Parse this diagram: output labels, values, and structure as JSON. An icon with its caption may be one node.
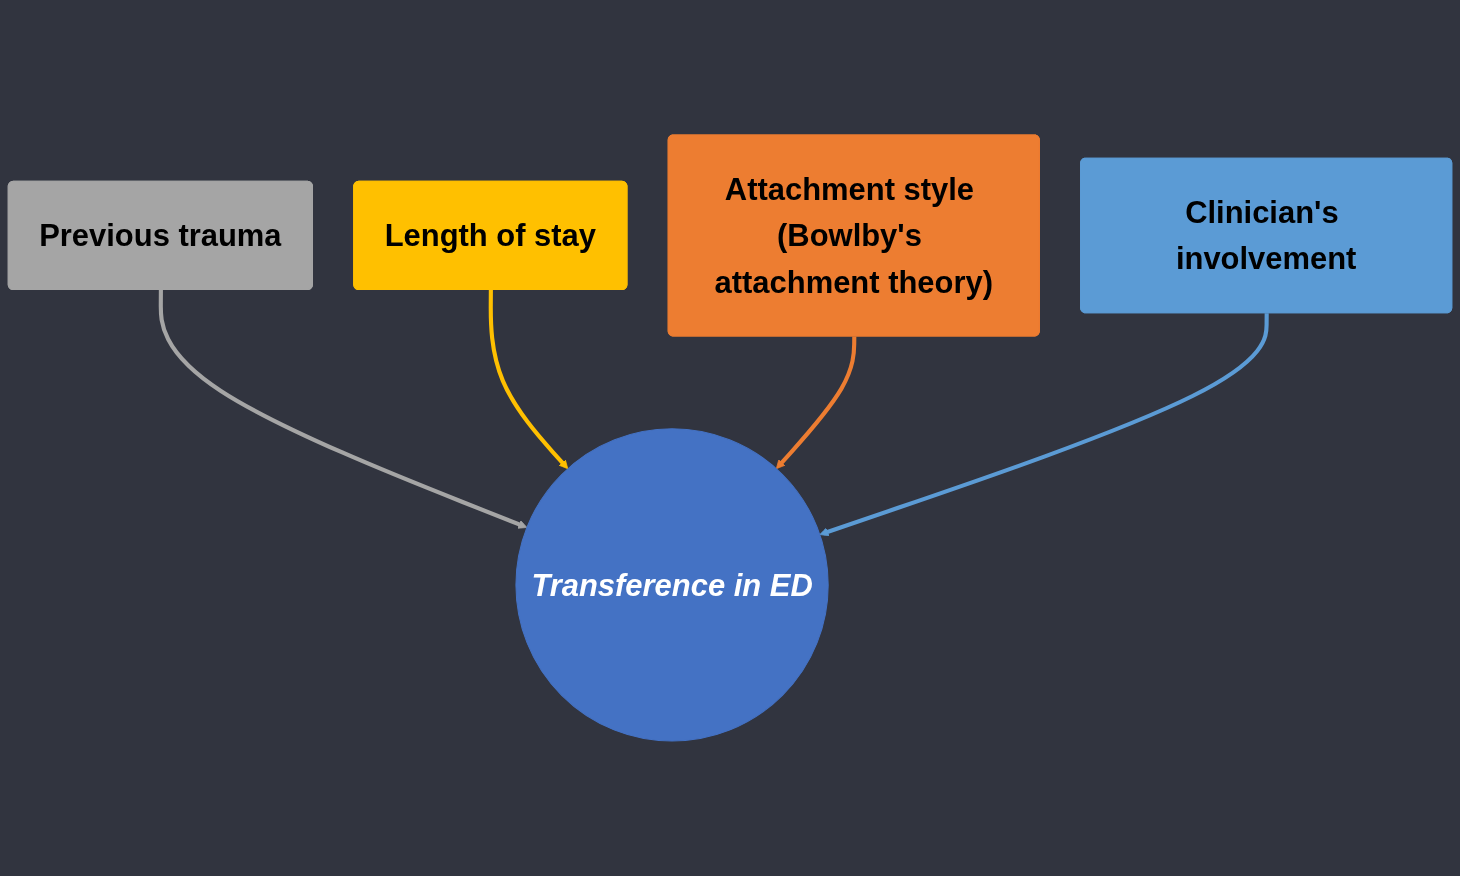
{
  "diagram": {
    "nodes": [
      {
        "text": [
          "Previous trauma"
        ]
      },
      {
        "text": [
          "Length of stay"
        ]
      },
      {
        "text": [
          "Attachment style (Bowlby's attachment theory)"
        ]
      },
      {
        "text": [
          "Clinician's involvement"
        ]
      },
      {
        "text": [
          "Transference in ED"
        ]
      }
    ],
    "edges": [
      {
        "from": 0,
        "to": 4,
        "arrow": "to",
        "color": "#a5a5a5"
      },
      {
        "from": 1,
        "to": 4,
        "arrow": "to",
        "color": "#ffc000"
      },
      {
        "from": 2,
        "to": 4,
        "arrow": "to",
        "color": "#ed7d31"
      },
      {
        "from": 3,
        "to": 4,
        "arrow": "to",
        "color": "#5b9bd5"
      }
    ]
  }
}
